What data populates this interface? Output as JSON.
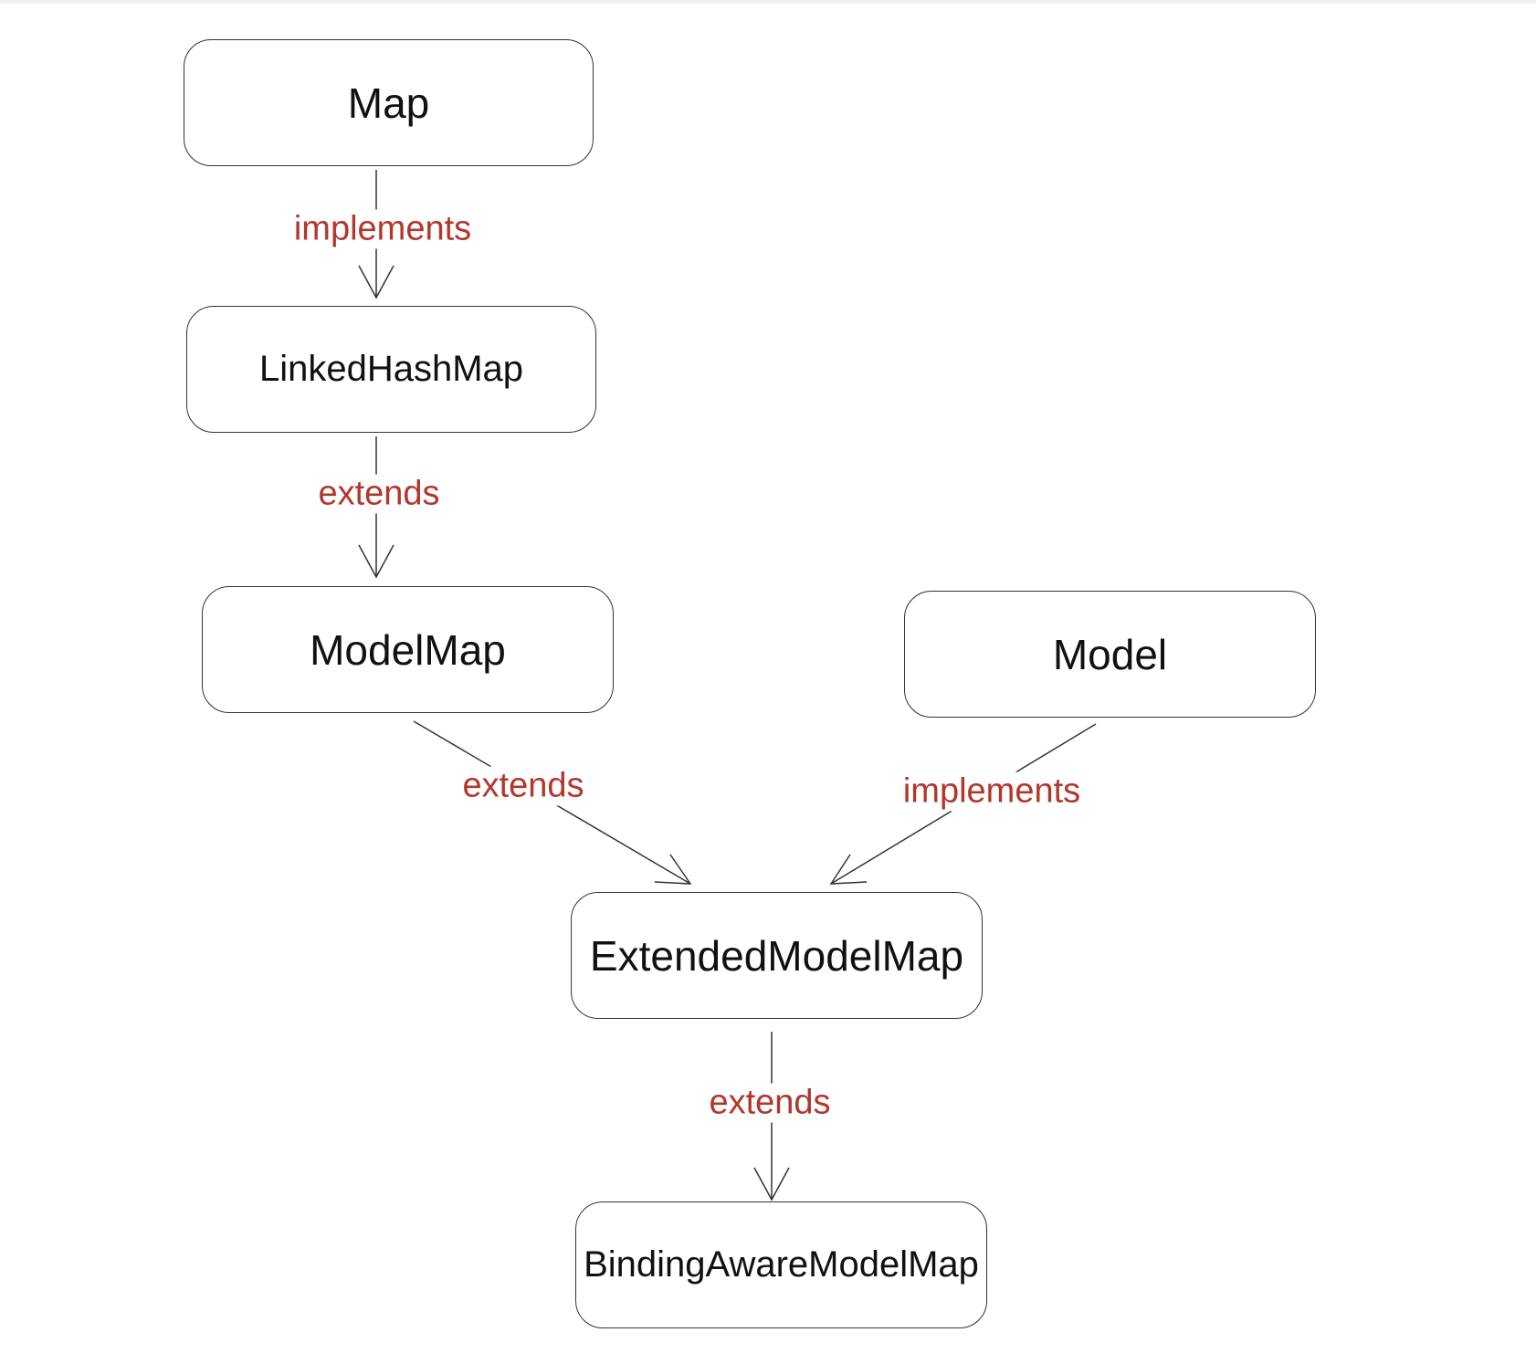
{
  "nodes": {
    "map": "Map",
    "linked_hash_map": "LinkedHashMap",
    "model_map": "ModelMap",
    "model": "Model",
    "extended_model_map": "ExtendedModelMap",
    "binding_aware_model_map": "BindingAwareModelMap"
  },
  "edges": [
    {
      "from": "Map",
      "to": "LinkedHashMap",
      "label": "implements"
    },
    {
      "from": "LinkedHashMap",
      "to": "ModelMap",
      "label": "extends"
    },
    {
      "from": "ModelMap",
      "to": "ExtendedModelMap",
      "label": "extends"
    },
    {
      "from": "Model",
      "to": "ExtendedModelMap",
      "label": "implements"
    },
    {
      "from": "ExtendedModelMap",
      "to": "BindingAwareModelMap",
      "label": "extends"
    }
  ],
  "colors": {
    "edge_label": "#b3362c",
    "node_border": "#333333",
    "node_text": "#111111"
  }
}
